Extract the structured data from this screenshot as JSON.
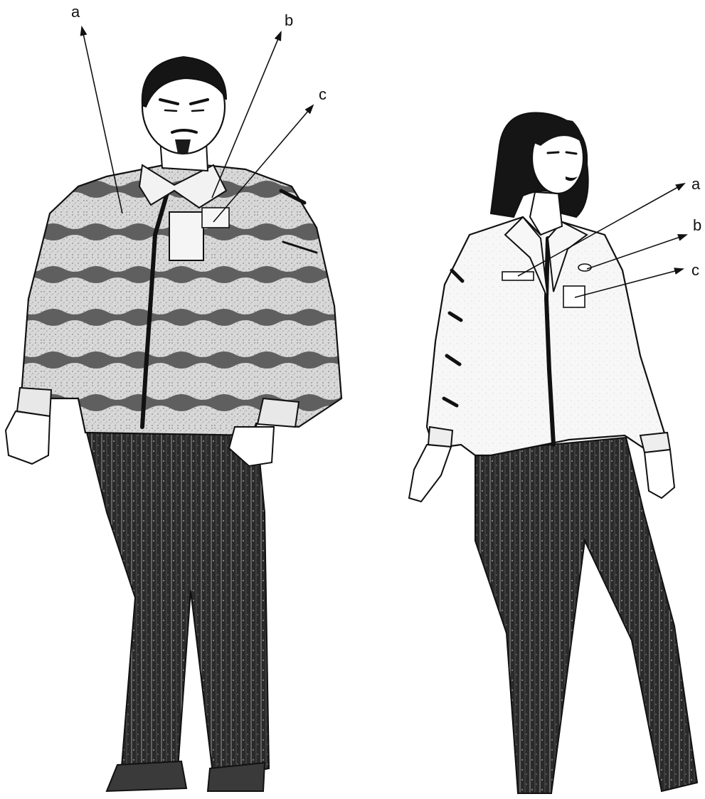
{
  "figures": [
    {
      "id": "man",
      "labels": [
        {
          "text": "a"
        },
        {
          "text": "b"
        },
        {
          "text": "c"
        }
      ]
    },
    {
      "id": "woman",
      "labels": [
        {
          "text": "a"
        },
        {
          "text": "b"
        },
        {
          "text": "c"
        }
      ]
    }
  ],
  "colors": {
    "ink": "#111111",
    "shirt_stripe": "#6b6b6b",
    "shirt_light": "#e6e6e6",
    "trousers": "#2a2a2a",
    "skin": "#ffffff",
    "hair": "#151515"
  }
}
